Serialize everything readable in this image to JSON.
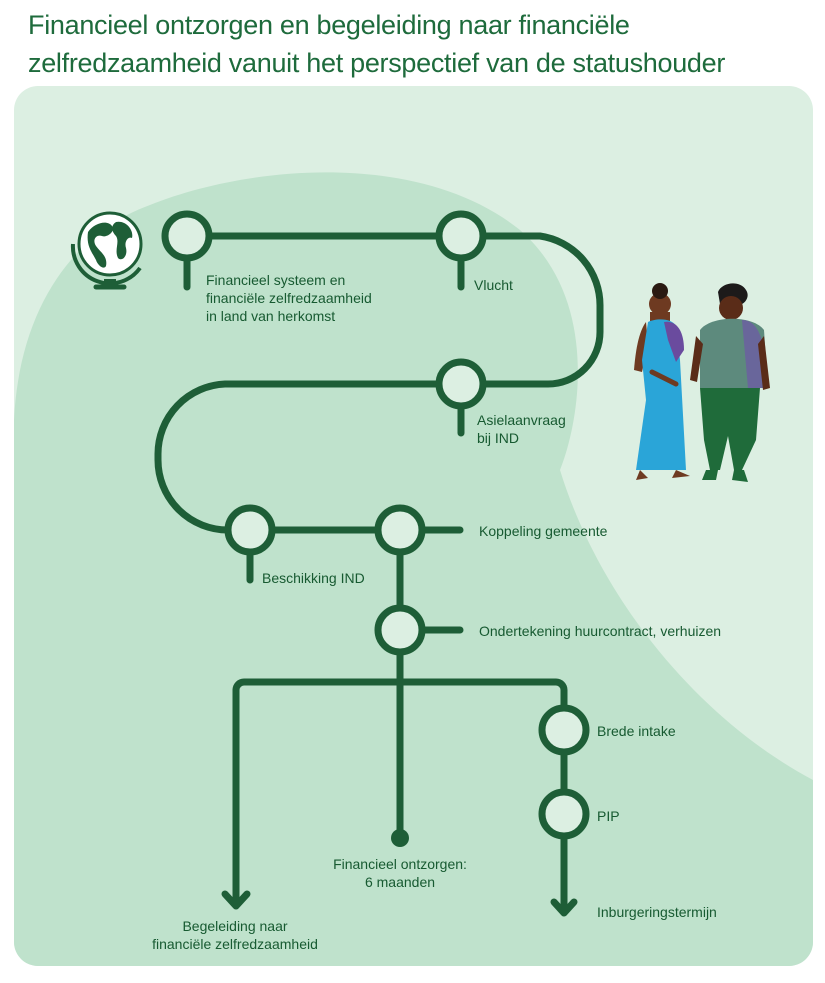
{
  "title": {
    "line1": "Financieel ontzorgen en begeleiding naar financiële",
    "line2": "zelfredzaamheid vanuit het perspectief van de statushouder"
  },
  "colors": {
    "route": "#1e5e37",
    "panel_bg": "#dcefe2",
    "blob": "#bfe2cc",
    "text": "#175a31"
  },
  "icons": [
    "globe-icon",
    "people-illustration"
  ],
  "nodes": {
    "herkomst": {
      "line1": "Financieel systeem en",
      "line2": "financiële zelfredzaamheid",
      "line3": "in land van herkomst"
    },
    "vlucht": "Vlucht",
    "asiel": {
      "line1": "Asielaanvraag",
      "line2": "bij IND"
    },
    "beschikking": "Beschikking IND",
    "koppeling": "Koppeling gemeente",
    "huurcontract": "Ondertekening huurcontract, verhuizen",
    "brede_intake": "Brede intake",
    "pip": "PIP",
    "ontzorgen": {
      "line1": "Financieel ontzorgen:",
      "line2": "6 maanden"
    },
    "begeleiding": {
      "line1": "Begeleiding naar",
      "line2": "financiële zelfredzaamheid"
    },
    "inburgering": "Inburgeringstermijn"
  }
}
